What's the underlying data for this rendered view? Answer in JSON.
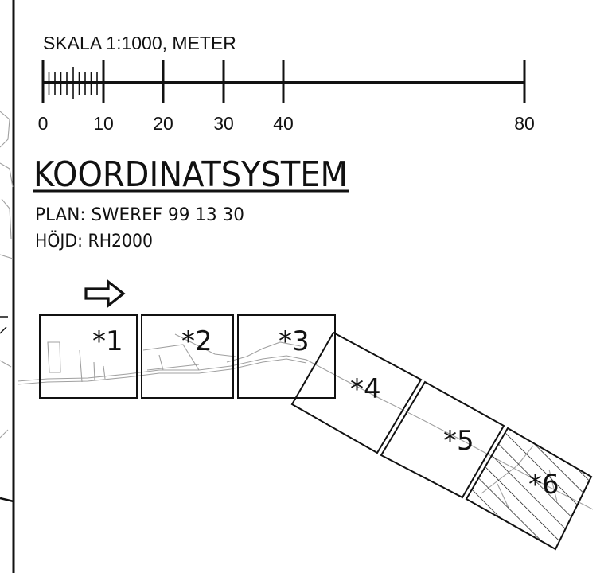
{
  "scale_bar": {
    "title": "SKALA 1:1000, METER",
    "ticks": [
      "0",
      "10",
      "20",
      "30",
      "40",
      "80"
    ]
  },
  "coordinate_system": {
    "heading": "KOORDINATSYSTEM",
    "plan": "PLAN: SWEREF 99 13 30",
    "height": "HÖJD: RH2000"
  },
  "sheets": [
    "*1",
    "*2",
    "*3",
    "*4",
    "*5",
    "*6"
  ],
  "north_arrow_icon": "arrow-right-icon",
  "colors": {
    "ink": "#111111",
    "background_road": "#a0a0a0"
  }
}
